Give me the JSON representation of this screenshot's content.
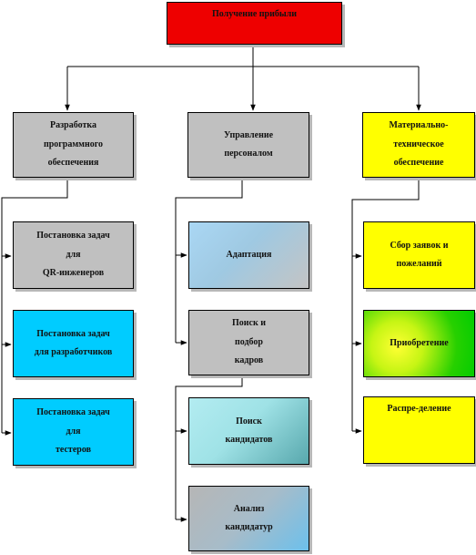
{
  "root": {
    "label": "Получение прибыли"
  },
  "branches": [
    {
      "label": "Разработка\nпрограммного\nобеспечения",
      "children": [
        {
          "label": "Постановка задач\nдля\nQR-инженеров"
        },
        {
          "label": "Постановка задач\nдля разработчиков"
        },
        {
          "label": "Постановка задач\nдля\nтестеров"
        }
      ]
    },
    {
      "label": "Управление\nперсоналом",
      "children": [
        {
          "label": "Адаптация"
        },
        {
          "label": "Поиск и\nподбор\nкадров"
        },
        {
          "label": "Поиск\nкандидатов"
        },
        {
          "label": "Анализ\nкандидатур"
        }
      ]
    },
    {
      "label": "Материально-\nтехническое\nобеспечение",
      "children": [
        {
          "label": "Сбор заявок и\nпожеланий"
        },
        {
          "label": "Приобретение"
        },
        {
          "label": "Распре-деление"
        }
      ]
    }
  ],
  "colors": {
    "root": "#ee0000",
    "branch_1_2": "#c0c0c0",
    "branch_3": "#ffff00",
    "cyan": "#00ccff",
    "line": "#000000"
  }
}
